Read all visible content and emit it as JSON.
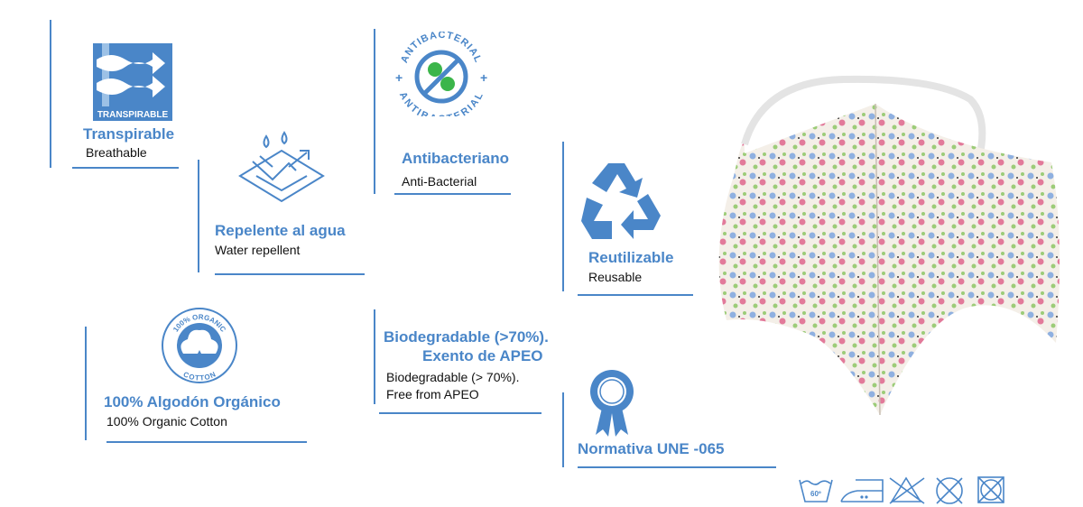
{
  "colors": {
    "accent": "#4a86c8",
    "icon_green": "#3bb54a"
  },
  "features": [
    {
      "title": "Transpirable",
      "subtitle": "Breathable",
      "icon": "breathable-icon",
      "icon_text": "TRANSPIRABLE"
    },
    {
      "title": "Repelente al agua",
      "subtitle": "Water repellent",
      "icon": "water-repellent-icon"
    },
    {
      "title": "Antibacteriano",
      "subtitle": "Anti-Bacterial",
      "icon": "antibacterial-icon",
      "icon_text": "ANTIBACTERIAL"
    },
    {
      "title": "Reutilizable",
      "subtitle": "Reusable",
      "icon": "recycle-icon"
    },
    {
      "title": "100%  Algodón Orgánico",
      "subtitle": "100% Organic Cotton",
      "icon": "organic-cotton-icon",
      "icon_text_top": "100% ORGANIC",
      "icon_text_bottom": "COTTON"
    },
    {
      "title_line1": "Biodegradable (>70%).",
      "title_line2": "Exento de APEO",
      "subtitle_line1": "Biodegradable (> 70%).",
      "subtitle_line2": "Free from APEO"
    },
    {
      "title": "Normativa UNE -065",
      "icon": "certified-badge-icon"
    }
  ],
  "care": {
    "wash_temp": "60º",
    "icons": [
      "wash-60-icon",
      "iron-icon",
      "no-bleach-icon",
      "no-dry-clean-icon",
      "no-tumble-dry-icon"
    ]
  }
}
